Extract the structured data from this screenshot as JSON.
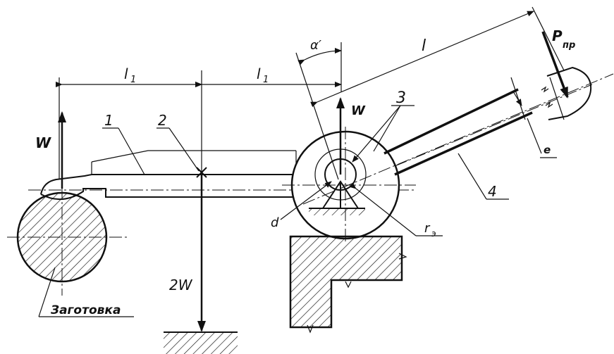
{
  "labels": {
    "force_w_left": "W",
    "force_w_center": "W",
    "force_2w": "2W",
    "force_p": "P",
    "force_p_sub": "пр",
    "dim_l1_left": "l",
    "dim_l1_left_sub": "1",
    "dim_l1_right": "l",
    "dim_l1_right_sub": "1",
    "dim_l": "l",
    "dim_e": "e",
    "angle_alpha": "α′",
    "part_1": "1",
    "part_2": "2",
    "part_3": "3",
    "part_4": "4",
    "dim_d": "d",
    "dim_re": "r",
    "dim_re_sub": "э",
    "workpiece": "Заготовка"
  }
}
